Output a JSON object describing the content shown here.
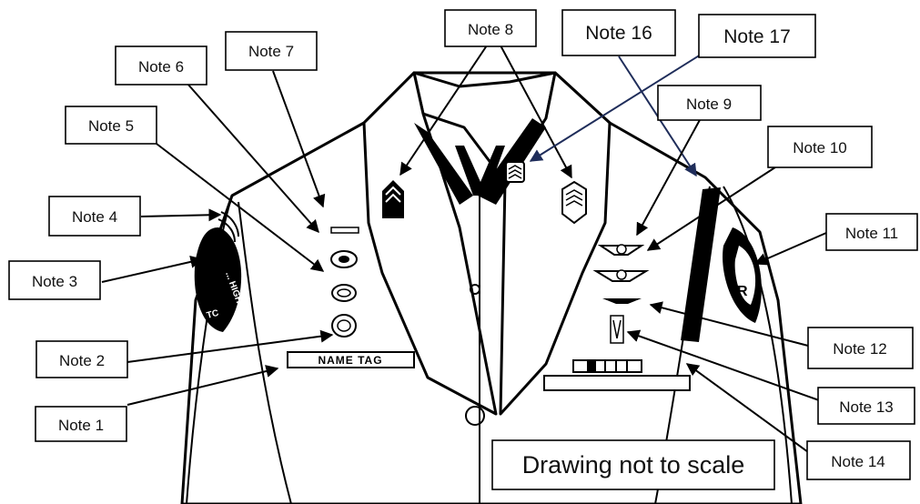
{
  "notes": {
    "n1": "Note 1",
    "n2": "Note 2",
    "n3": "Note 3",
    "n4": "Note 4",
    "n5": "Note 5",
    "n6": "Note 6",
    "n7": "Note 7",
    "n8": "Note 8",
    "n9": "Note 9",
    "n10": "Note 10",
    "n11": "Note 11",
    "n12": "Note 12",
    "n13": "Note 13",
    "n14": "Note 14",
    "n16": "Note 16",
    "n17": "Note 17"
  },
  "name_tag": "NAME TAG",
  "scale_note": "Drawing not to scale",
  "left_patch_text": "... HIGH",
  "left_patch_text2": "TC",
  "colors": {
    "line": "#000000",
    "leader_blue": "#1f2d5a",
    "paper": "#ffffff"
  }
}
